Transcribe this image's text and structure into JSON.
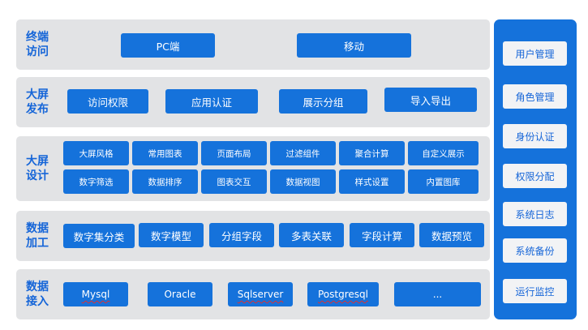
{
  "layers": {
    "terminal": {
      "title": "终端访问",
      "items": [
        "PC端",
        "移动"
      ]
    },
    "publish": {
      "title": "大屏发布",
      "items": [
        "访问权限",
        "应用认证",
        "展示分组",
        "导入导出"
      ]
    },
    "design": {
      "title": "大屏设计",
      "items": [
        "大屏风格",
        "常用图表",
        "页面布局",
        "过滤组件",
        "聚合计算",
        "自定义展示",
        "数字筛选",
        "数据排序",
        "图表交互",
        "数据视图",
        "样式设置",
        "内置图库"
      ]
    },
    "processing": {
      "title": "数据加工",
      "items": [
        "数字集分类",
        "数字模型",
        "分组字段",
        "多表关联",
        "字段计算",
        "数据预览"
      ]
    },
    "access": {
      "title": "数据接入",
      "items": [
        "Mysql",
        "Oracle",
        "Sqlserver",
        "Postgresql",
        "..."
      ]
    }
  },
  "sidebar": {
    "items": [
      "用户管理",
      "角色管理",
      "身份认证",
      "权限分配",
      "系统日志",
      "系统备份",
      "运行监控"
    ]
  },
  "colors": {
    "primary": "#1572db",
    "layer_bg": "#e2e3e5",
    "side_item_bg": "#f2f3f5",
    "title_text": "#1565d8"
  }
}
